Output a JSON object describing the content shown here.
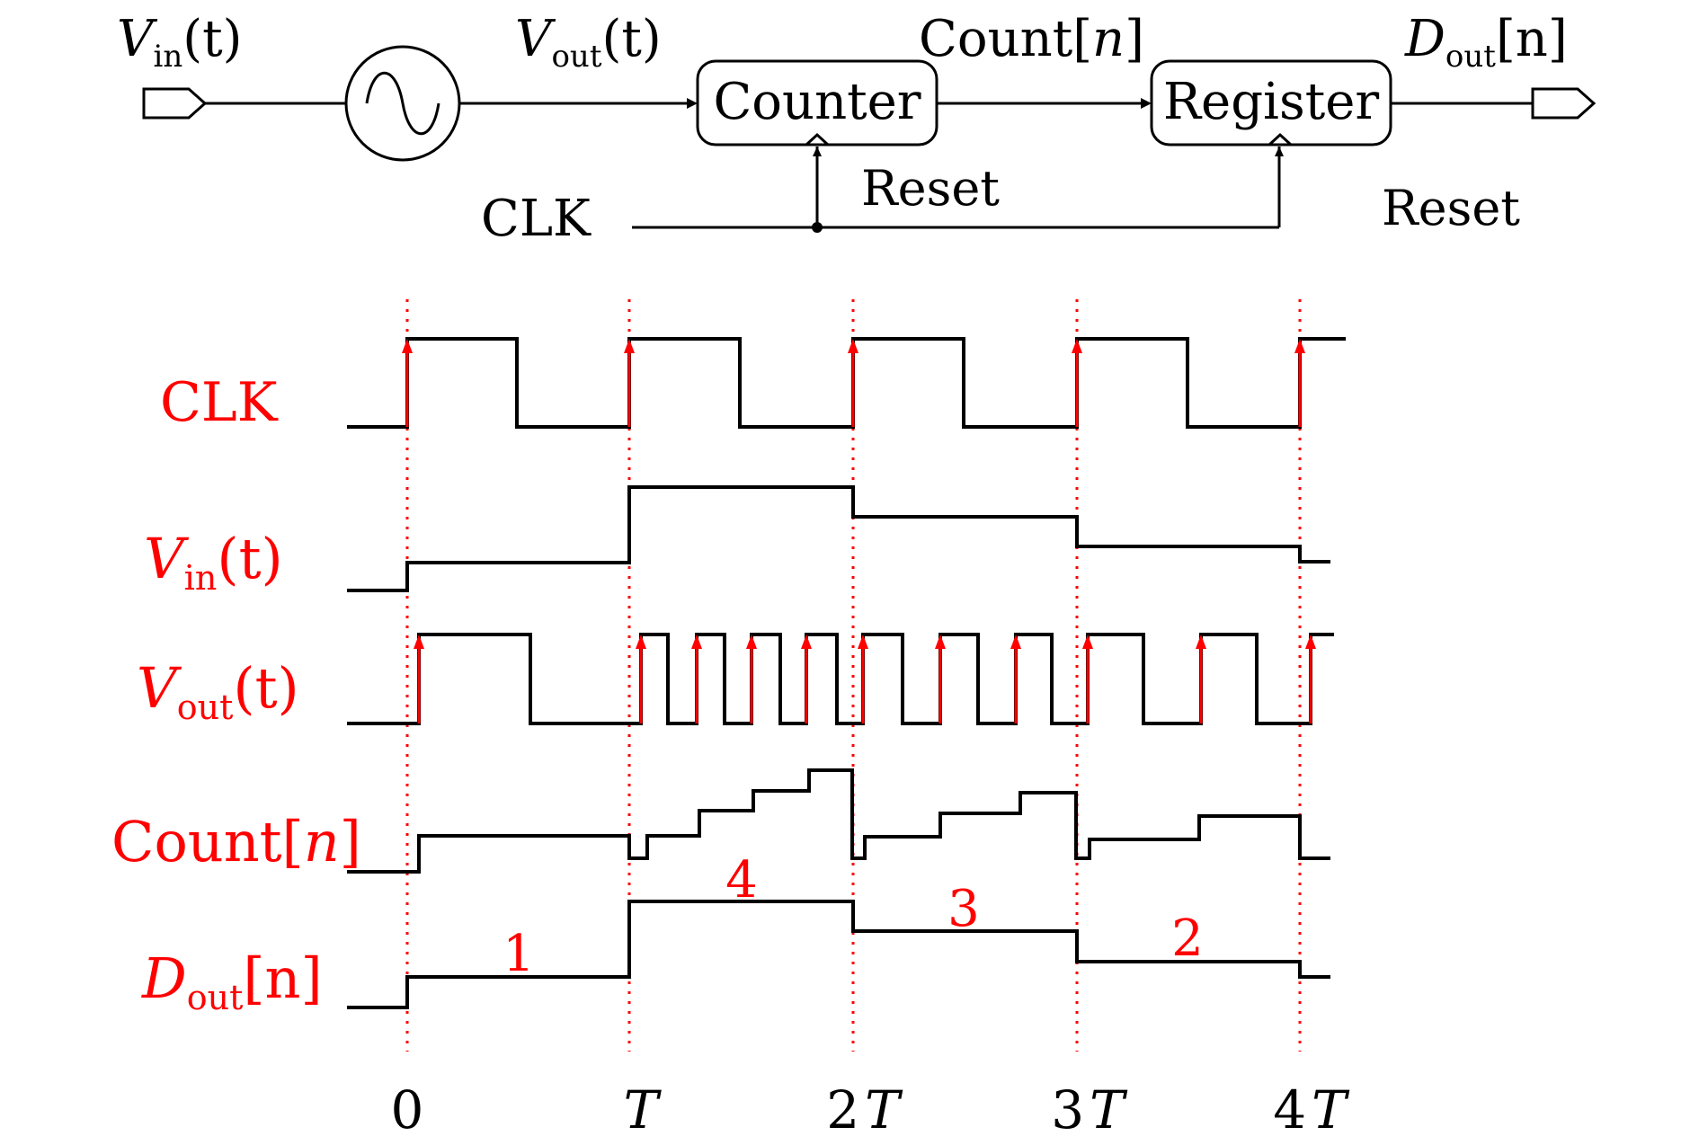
{
  "block_diagram": {
    "vin_label": {
      "base": "V",
      "sub": "in",
      "tail": "(t)"
    },
    "vout_label": {
      "base": "V",
      "sub": "out",
      "tail": "(t)"
    },
    "count_label": {
      "base": "Count[",
      "var": "n",
      "tail": "]"
    },
    "dout_label": {
      "base": "D",
      "sub": "out",
      "tail": "[n]"
    },
    "counter_label": "Counter",
    "register_label": "Register",
    "clk_label": "CLK",
    "reset_label_counter": "Reset",
    "reset_label_register": "Reset",
    "oscillator_icon": "sine-source-icon",
    "input_port_icon": "input-port-icon",
    "output_port_icon": "output-port-icon"
  },
  "timing_diagram": {
    "signals": [
      {
        "id": "clk",
        "label": "CLK"
      },
      {
        "id": "vin",
        "label": {
          "base": "V",
          "sub": "in",
          "tail": "(t)"
        }
      },
      {
        "id": "vout",
        "label": {
          "base": "V",
          "sub": "out",
          "tail": "(t)"
        }
      },
      {
        "id": "count",
        "label": {
          "base": "Count[",
          "var": "n",
          "tail": "]"
        }
      },
      {
        "id": "dout",
        "label": {
          "base": "D",
          "sub": "out",
          "tail": "[n]"
        }
      }
    ],
    "time_ticks": [
      {
        "num": "0",
        "var": ""
      },
      {
        "num": "",
        "var": "T"
      },
      {
        "num": "2",
        "var": "T"
      },
      {
        "num": "3",
        "var": "T"
      },
      {
        "num": "4",
        "var": "T"
      }
    ],
    "dout_values": [
      "1",
      "4",
      "3",
      "2"
    ],
    "pulses_per_period": [
      1,
      4,
      3,
      2
    ],
    "label_color": "#ff0000",
    "waveform_color": "#000000",
    "edge_marker_color": "#ff0000"
  }
}
